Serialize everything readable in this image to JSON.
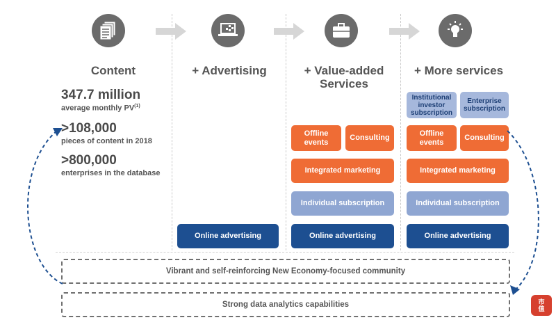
{
  "columns": [
    {
      "title": "Content",
      "icon": "documents-icon"
    },
    {
      "title": "+ Advertising",
      "icon": "laptop-icon"
    },
    {
      "title": "+ Value-added\nServices",
      "icon": "briefcase-icon"
    },
    {
      "title": "+ More services",
      "icon": "lightbulb-icon"
    }
  ],
  "stats": [
    {
      "value": "347.7 million",
      "label": "average monthly PV",
      "footnote": "(1)"
    },
    {
      "value": ">108,000",
      "label": "pieces of content in 2018"
    },
    {
      "value": ">800,000",
      "label": "enterprises in the database"
    }
  ],
  "advertising": {
    "online_advertising": "Online advertising"
  },
  "value_added": {
    "offline_events": "Offline events",
    "consulting": "Consulting",
    "integrated_marketing": "Integrated marketing",
    "individual_subscription": "Individual subscription",
    "online_advertising": "Online advertising"
  },
  "more_services": {
    "institutional_subscription": "Institutional investor subscription",
    "enterprise_subscription": "Enterprise subscription",
    "offline_events": "Offline events",
    "consulting": "Consulting",
    "integrated_marketing": "Integrated marketing",
    "individual_subscription": "Individual subscription",
    "online_advertising": "Online advertising"
  },
  "bands": {
    "community": "Vibrant and self-reinforcing New Economy-focused community",
    "analytics": "Strong data analytics capabilities"
  },
  "colors": {
    "orange": "#ef6c35",
    "navy": "#1d4f91",
    "lavender": "#8fa6d2",
    "icon_gray": "#6b6b6b"
  }
}
